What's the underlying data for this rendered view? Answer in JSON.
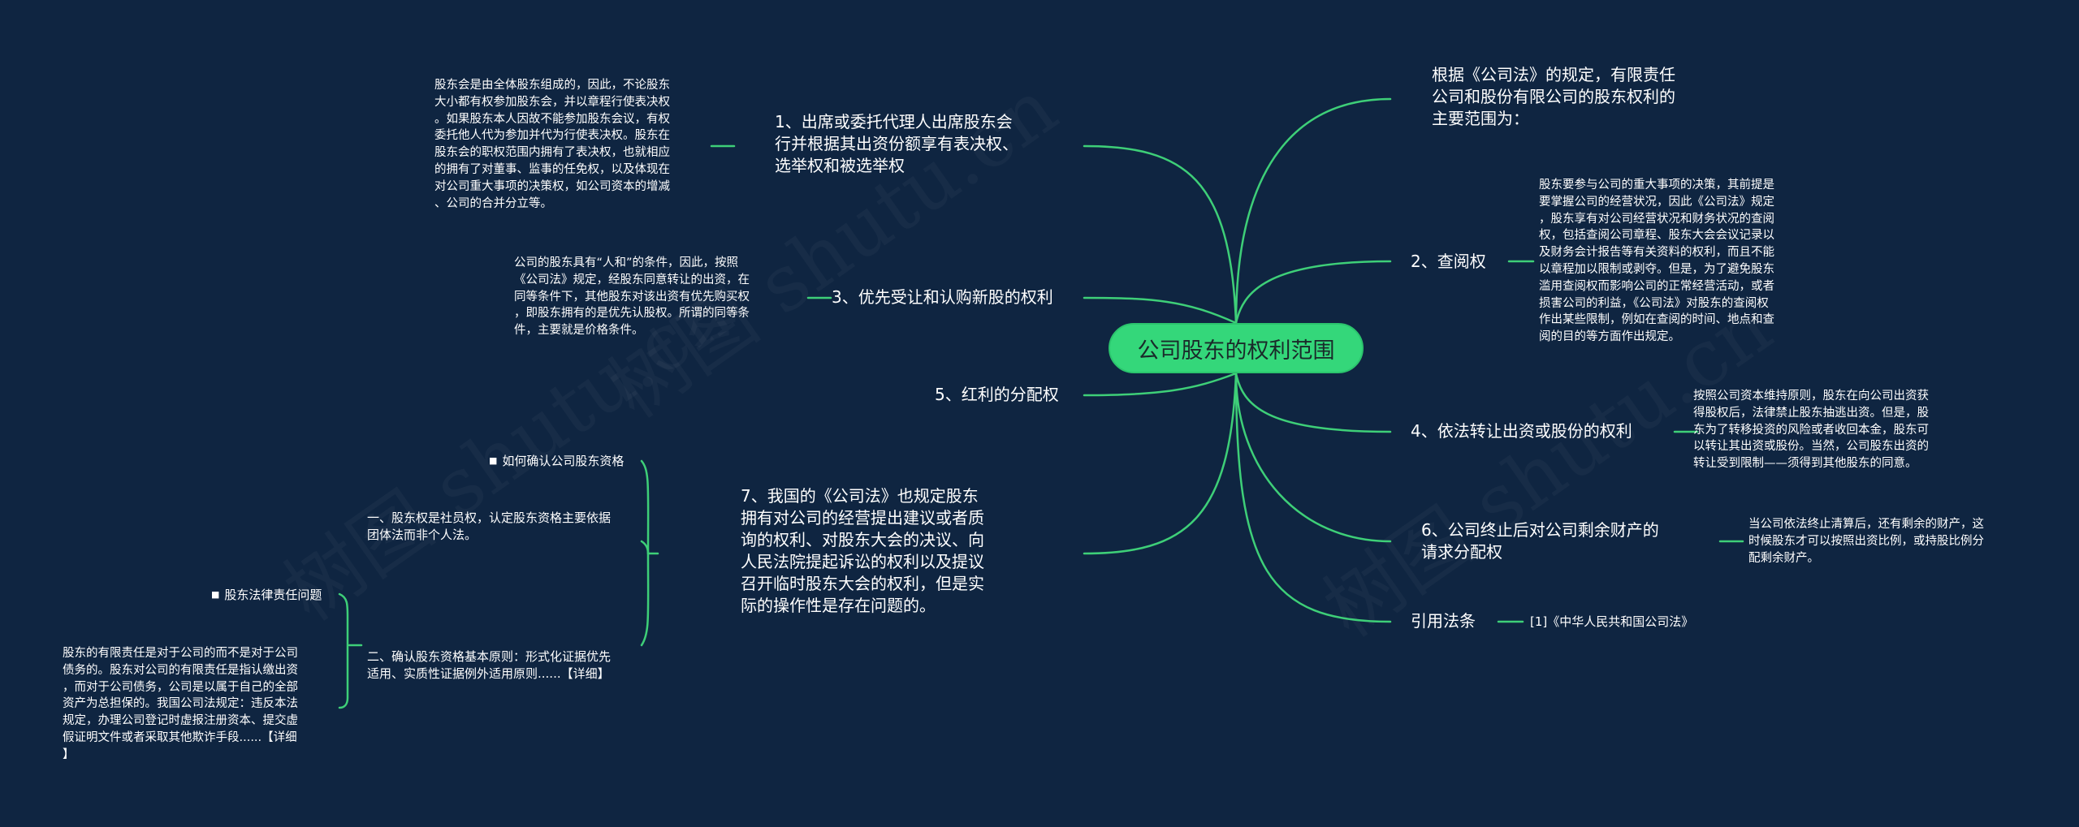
{
  "watermark": "树图 shutu.cn",
  "colors": {
    "background": "#0f2541",
    "accent": "#34d77a",
    "line": "#3ecf78",
    "text": "#ffffff"
  },
  "center": {
    "label": "公司股东的权利范围"
  },
  "branches": {
    "intro": {
      "label": "根据《公司法》的规定，有限责任\n公司和股份有限公司的股东权利的\n主要范围为："
    },
    "b1": {
      "label": "1、出席或委托代理人出席股东会\n行并根据其出资份额享有表决权、\n选举权和被选举权",
      "detail": "股东会是由全体股东组成的，因此，不论股东\n大小都有权参加股东会，并以章程行使表决权\n。如果股东本人因故不能参加股东会议，有权\n委托他人代为参加并代为行使表决权。股东在\n股东会的职权范围内拥有了表决权，也就相应\n的拥有了对董事、监事的任免权，以及体现在\n对公司重大事项的决策权，如公司资本的增减\n、公司的合并分立等。"
    },
    "b2": {
      "label": "2、查阅权",
      "detail": "股东要参与公司的重大事项的决策，其前提是\n要掌握公司的经营状况，因此《公司法》规定\n，股东享有对公司经营状况和财务状况的查阅\n权，包括查阅公司章程、股东大会会议记录以\n及财务会计报告等有关资料的权利，而且不能\n以章程加以限制或剥夺。但是，为了避免股东\n滥用查阅权而影响公司的正常经营活动，或者\n损害公司的利益，《公司法》对股东的查阅权\n作出某些限制，例如在查阅的时间、地点和查\n阅的目的等方面作出规定。"
    },
    "b3": {
      "label": "3、优先受让和认购新股的权利",
      "detail": "公司的股东具有“人和”的条件，因此，按照\n《公司法》规定，经股东同意转让的出资，在\n同等条件下，其他股东对该出资有优先购买权\n，即股东拥有的是优先认股权。所谓的同等条\n件，主要就是价格条件。"
    },
    "b4": {
      "label": "4、依法转让出资或股份的权利",
      "detail": "按照公司资本维持原则，股东在向公司出资获\n得股权后，法律禁止股东抽逃出资。但是，股\n东为了转移投资的风险或者收回本金，股东可\n以转让其出资或股份。当然，公司股东出资的\n转让受到限制——须得到其他股东的同意。"
    },
    "b5": {
      "label": "5、红利的分配权"
    },
    "b6": {
      "label": "6、公司终止后对公司剩余财产的\n请求分配权",
      "detail": "当公司依法终止清算后，还有剩余的财产，这\n时候股东才可以按照出资比例，或持股比例分\n配剩余财产。"
    },
    "b7": {
      "label": "7、我国的《公司法》也规定股东\n拥有对公司的经营提出建议或者质\n询的权利、对股东大会的决议、向\n人民法院提起诉讼的权利以及提议\n召开临时股东大会的权利，但是实\n际的操作性是存在问题的。",
      "sub1": {
        "label": "如何确认公司股东资格"
      },
      "sub2": {
        "label": "一、股东权是社员权，认定股东资格主要依据\n团体法而非个人法。"
      },
      "sub3": {
        "label": "二、确认股东资格基本原则：形式化证据优先\n适用、实质性证据例外适用原则......【详细】",
        "sub_label": "股东法律责任问题",
        "detail": "股东的有限责任是对于公司的而不是对于公司\n债务的。股东对公司的有限责任是指认缴出资\n，而对于公司债务，公司是以属于自己的全部\n资产为总担保的。我国公司法规定：违反本法\n规定，办理公司登记时虚报注册资本、提交虚\n假证明文件或者采取其他欺诈手段......【详细\n】"
      }
    },
    "ref": {
      "label": "引用法条",
      "detail": "[1]《中华人民共和国公司法》"
    }
  }
}
